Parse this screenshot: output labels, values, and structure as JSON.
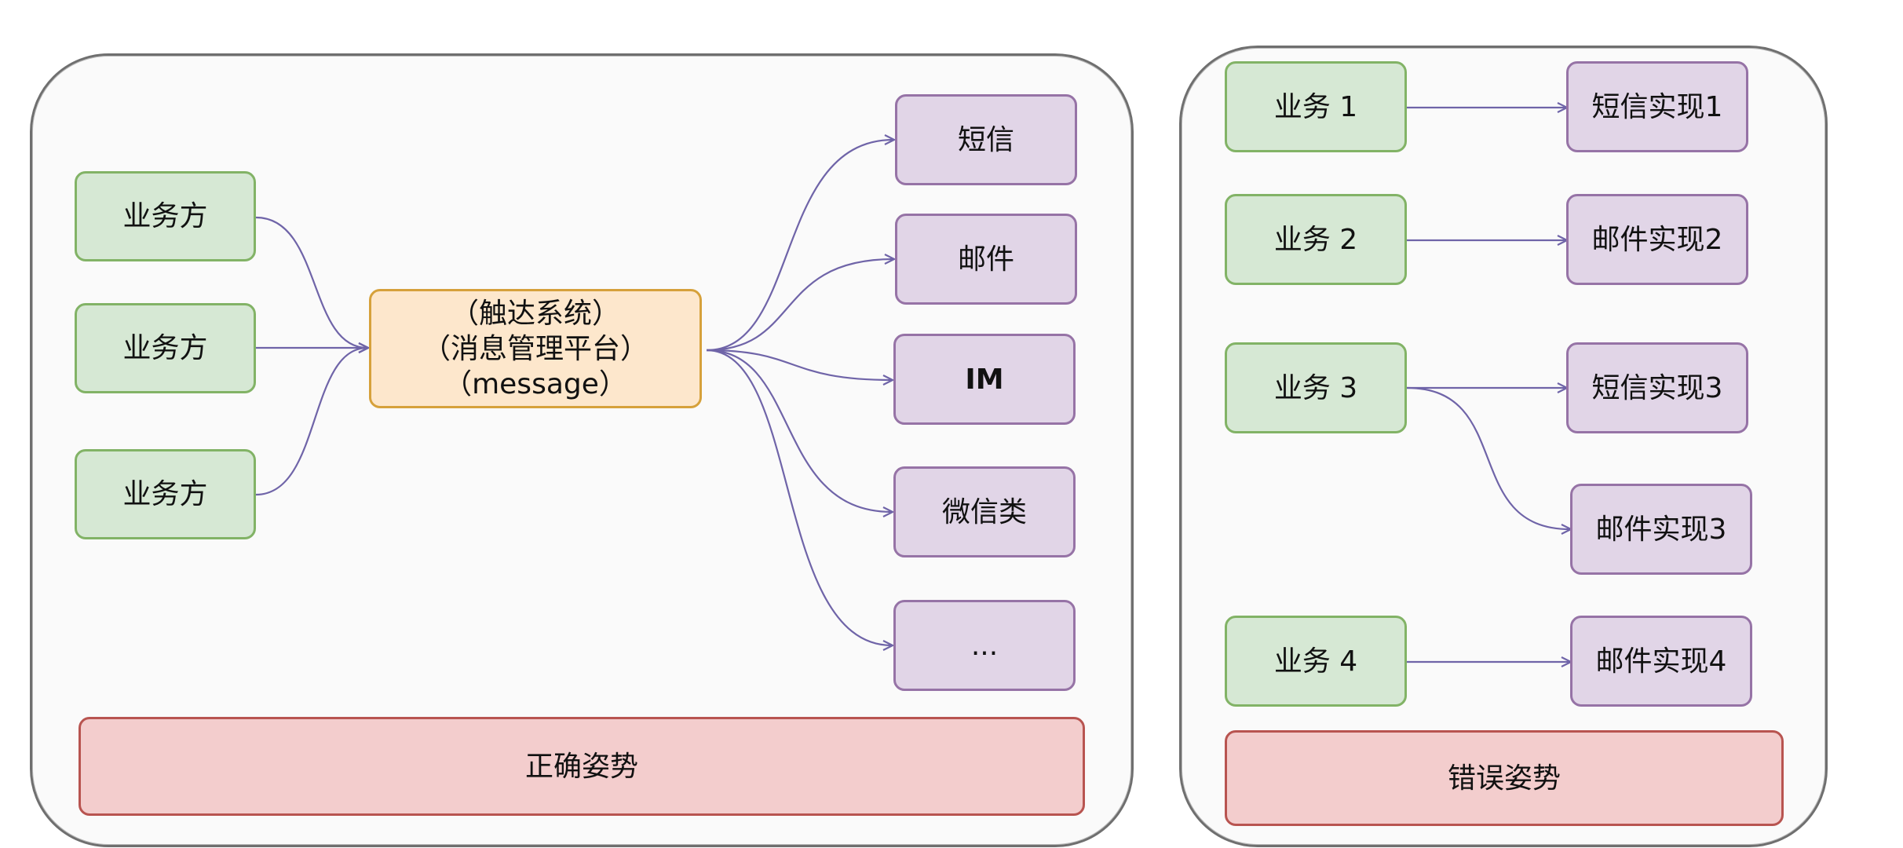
{
  "left_panel": {
    "sources": [
      "业务方",
      "业务方",
      "业务方"
    ],
    "hub_lines": [
      "（触达系统）",
      "（消息管理平台）",
      "（message）"
    ],
    "channels": [
      "短信",
      "邮件",
      "IM",
      "微信类",
      "..."
    ],
    "caption": "正确姿势"
  },
  "right_panel": {
    "services": [
      "业务 1",
      "业务 2",
      "业务 3",
      "业务 4"
    ],
    "implementations": [
      "短信实现1",
      "邮件实现2",
      "短信实现3",
      "邮件实现3",
      "邮件实现4"
    ],
    "caption": "错误姿势"
  },
  "colors": {
    "source_fill": "#d6e8d4",
    "source_stroke": "#82b366",
    "channel_fill": "#e1d5e7",
    "channel_stroke": "#9673a6",
    "hub_fill": "#fde7cc",
    "hub_stroke": "#d6a13b",
    "caption_fill": "#f3cdcd",
    "caption_stroke": "#b85450",
    "edge": "#6f64a8"
  }
}
